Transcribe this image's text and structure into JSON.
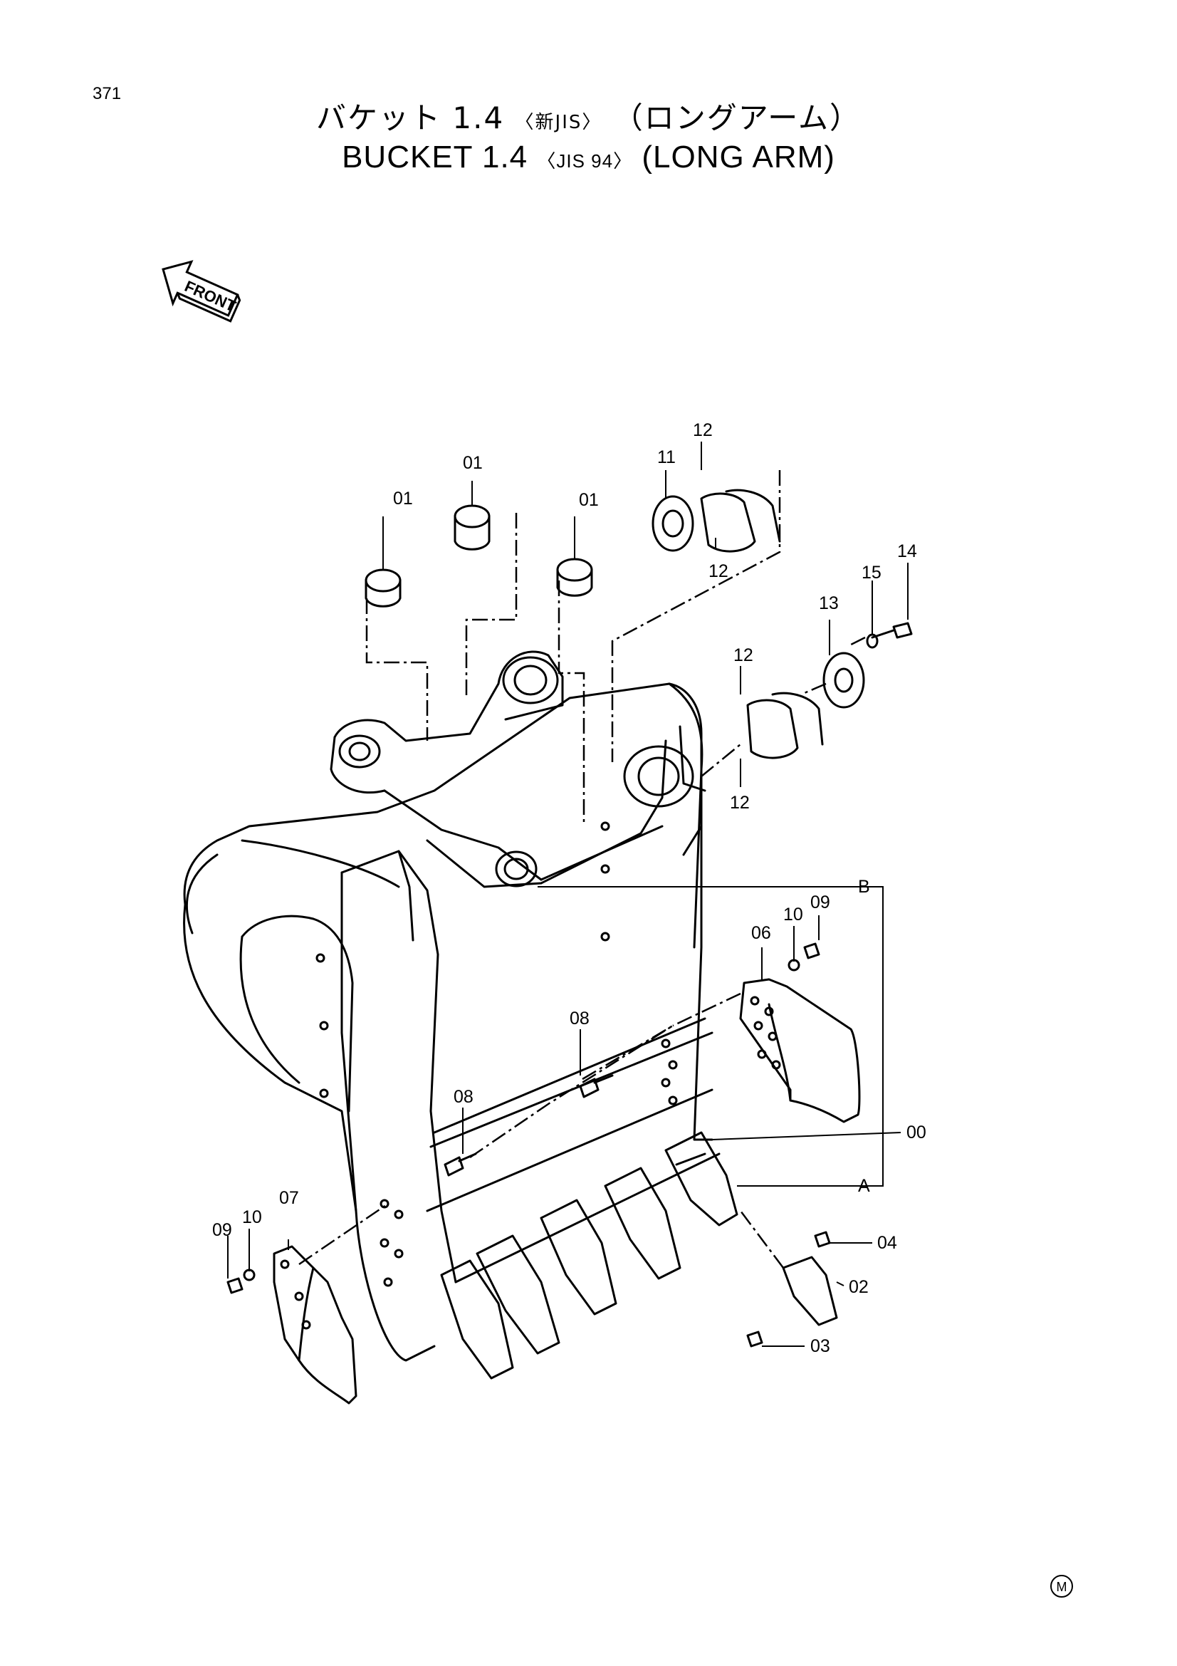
{
  "page_number": "371",
  "title": {
    "jp_main": "バケット 1.4",
    "jp_std": "〈新JIS〉",
    "jp_arm": "（ロングアーム）",
    "en_main": "BUCKET  1.4",
    "en_std": "〈JIS 94〉",
    "en_arm": "(LONG  ARM)"
  },
  "front_label": "FRONT",
  "footer_mark": "M",
  "callouts": {
    "c01a": "01",
    "c01b": "01",
    "c01c": "01",
    "c11": "11",
    "c12a": "12",
    "c12b": "12",
    "c12c": "12",
    "c12d": "12",
    "c13": "13",
    "c14": "14",
    "c15": "15",
    "cB": "B",
    "cA": "A",
    "c00": "00",
    "c06": "06",
    "c10a": "10",
    "c09a": "09",
    "c08a": "08",
    "c08b": "08",
    "c07": "07",
    "c10b": "10",
    "c09b": "09",
    "c04": "04",
    "c02": "02",
    "c03": "03"
  }
}
